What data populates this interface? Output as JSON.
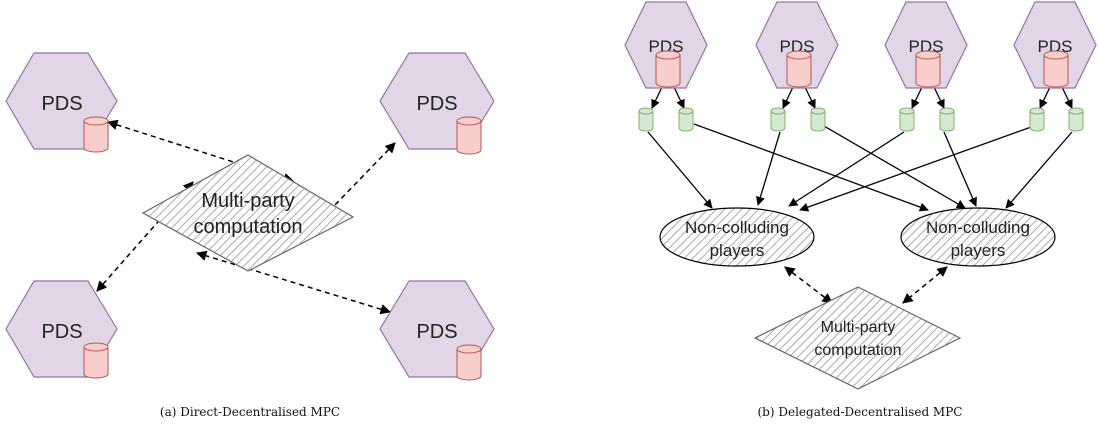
{
  "colors": {
    "pds_fill": "#e1d5e7",
    "pds_stroke": "#9673a6",
    "db_red_fill": "#f8cecc",
    "db_red_stroke": "#b85450",
    "db_green_fill": "#d5e8d4",
    "db_green_stroke": "#82b366",
    "hatch": "#999999"
  },
  "panel_a": {
    "pds_labels": [
      "PDS",
      "PDS",
      "PDS",
      "PDS"
    ],
    "mpc_label_line1": "Multi-party",
    "mpc_label_line2": "computation",
    "caption": "(a) Direct-Decentralised MPC"
  },
  "panel_b": {
    "pds_labels": [
      "PDS",
      "PDS",
      "PDS",
      "PDS"
    ],
    "players_left_line1": "Non-colluding",
    "players_left_line2": "players",
    "players_right_line1": "Non-colluding",
    "players_right_line2": "players",
    "mpc_label_line1": "Multi-party",
    "mpc_label_line2": "computation",
    "caption": "(b) Delegated-Decentralised MPC"
  }
}
